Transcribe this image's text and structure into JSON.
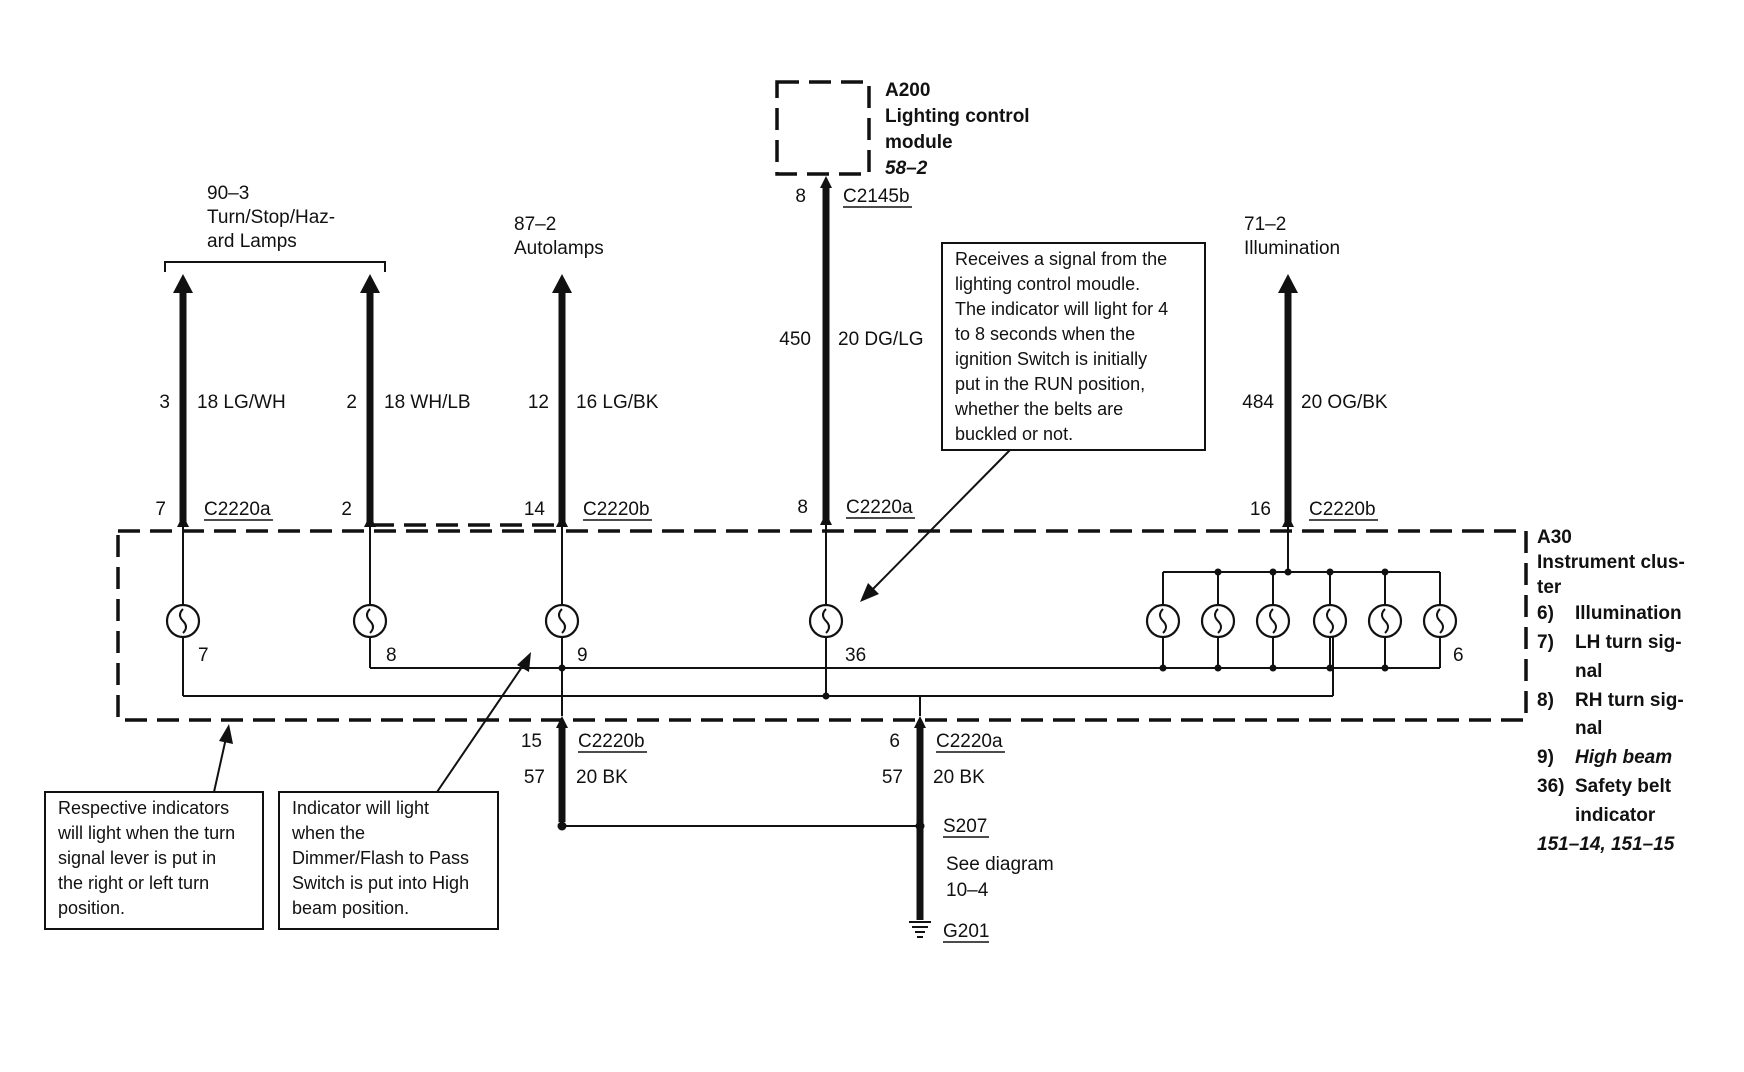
{
  "module": {
    "id": "A200",
    "name_line1": "Lighting control",
    "name_line2": "module",
    "ref": "58–2",
    "pin": "8",
    "connector": "C2145b"
  },
  "destinations": {
    "turn_lamps": {
      "ref": "90–3",
      "line1": "Turn/Stop/Haz-",
      "line2": "ard Lamps"
    },
    "autolamps": {
      "ref": "87–2",
      "line1": "Autolamps"
    },
    "illumination": {
      "ref": "71–2",
      "line1": "Illumination"
    }
  },
  "wires": {
    "w1": {
      "circuit": "3",
      "gauge_color": "18 LG/WH",
      "pin": "7",
      "connector": "C2220a"
    },
    "w2": {
      "circuit": "2",
      "gauge_color": "18 WH/LB",
      "pin": "2"
    },
    "w3": {
      "circuit": "12",
      "gauge_color": "16 LG/BK",
      "pin": "14",
      "connector": "C2220b"
    },
    "w4": {
      "circuit": "450",
      "gauge_color": "20 DG/LG",
      "pin": "8",
      "connector": "C2220a"
    },
    "w5": {
      "circuit": "484",
      "gauge_color": "20 OG/BK",
      "pin": "16",
      "connector": "C2220b"
    },
    "g1": {
      "circuit": "57",
      "gauge_color": "20 BK",
      "pin": "15",
      "connector": "C2220b"
    },
    "g2": {
      "circuit": "57",
      "gauge_color": "20 BK",
      "pin": "6",
      "connector": "C2220a"
    }
  },
  "cluster": {
    "id": "A30",
    "name_line1": "Instrument clus-",
    "name_line2": "ter",
    "legend": [
      {
        "num": "6)",
        "line1": "Illumination",
        "line2": ""
      },
      {
        "num": "7)",
        "line1": "LH turn sig-",
        "line2": "nal"
      },
      {
        "num": "8)",
        "line1": "RH turn sig-",
        "line2": "nal"
      },
      {
        "num": "9)",
        "line1": "High beam",
        "line2": ""
      },
      {
        "num": "36)",
        "line1": "Safety belt",
        "line2": "indicator"
      }
    ],
    "refs": "151–14, 151–15",
    "bulb_labels": {
      "b7": "7",
      "b8": "8",
      "b9": "9",
      "b36": "36",
      "b6": "6"
    }
  },
  "splice": {
    "id": "S207",
    "see_line1": "See diagram",
    "see_line2": "10–4",
    "ground": "G201"
  },
  "notes": {
    "safety_belt": [
      "Receives a signal from the",
      "lighting control moudle.",
      "The indicator will light for 4",
      "to 8 seconds when the",
      "ignition Switch is initially",
      "put in the RUN position,",
      "whether the belts are",
      "buckled or not."
    ],
    "turn": [
      "Respective indicators",
      "will light when the turn",
      "signal lever is put in",
      "the right or left turn",
      "position."
    ],
    "high_beam": [
      "Indicator will light",
      "when the",
      "Dimmer/Flash to Pass",
      "Switch is put into High",
      "beam position."
    ]
  }
}
